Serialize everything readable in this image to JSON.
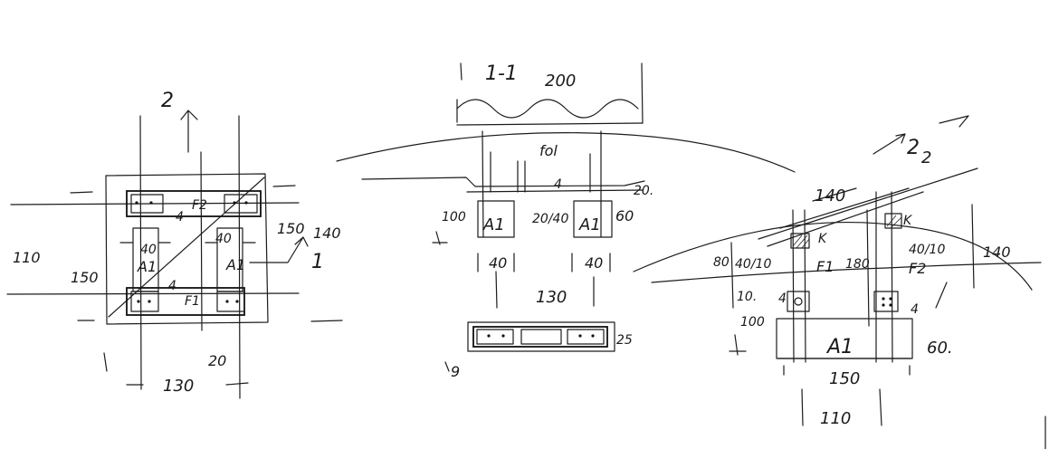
{
  "plan": {
    "section_mark_top": "2",
    "section_mark_right": "1",
    "dim_left_110": "110",
    "dim_diag_150": "150",
    "dim_right_150": "150",
    "dim_right_140": "140",
    "dim_40_left": "40",
    "dim_40_right": "40",
    "label_a1_left": "A1",
    "label_a1_right": "A1",
    "label_f2": "F2",
    "label_f1": "F1",
    "label_4_top": "4",
    "label_4_bottom": "4",
    "dim_bottom_20": "20",
    "dim_bottom_130": "130"
  },
  "section_1_1": {
    "title": "1-1",
    "dim_200": "200",
    "label_fol": "fol",
    "label_4": "4",
    "dim_20": "20.",
    "dim_100": "100",
    "label_a1_left": "A1",
    "label_a1_right": "A1",
    "dim_mid": "20/40",
    "dim_60": "60",
    "dim_40_left": "40",
    "dim_40_right": "40",
    "dim_130": "130",
    "dim_25": "25",
    "label_9": "9"
  },
  "section_2_2": {
    "mark": "2",
    "mark_right": "2",
    "dim_140": "140",
    "label_k_top": "K",
    "label_k_left": "K",
    "dim_80": "80",
    "dim_4010_left": "40/10",
    "dim_4010_right": "40/10",
    "label_f1": "F1",
    "label_f2": "F2",
    "dim_180": "180",
    "dim_140_right": "140",
    "dim_10": "10.",
    "label_4_left": "4",
    "label_4_right": "4",
    "dim_100": "100",
    "label_a1": "A1",
    "dim_60": "60.",
    "dim_150": "150",
    "dim_110": "110"
  }
}
